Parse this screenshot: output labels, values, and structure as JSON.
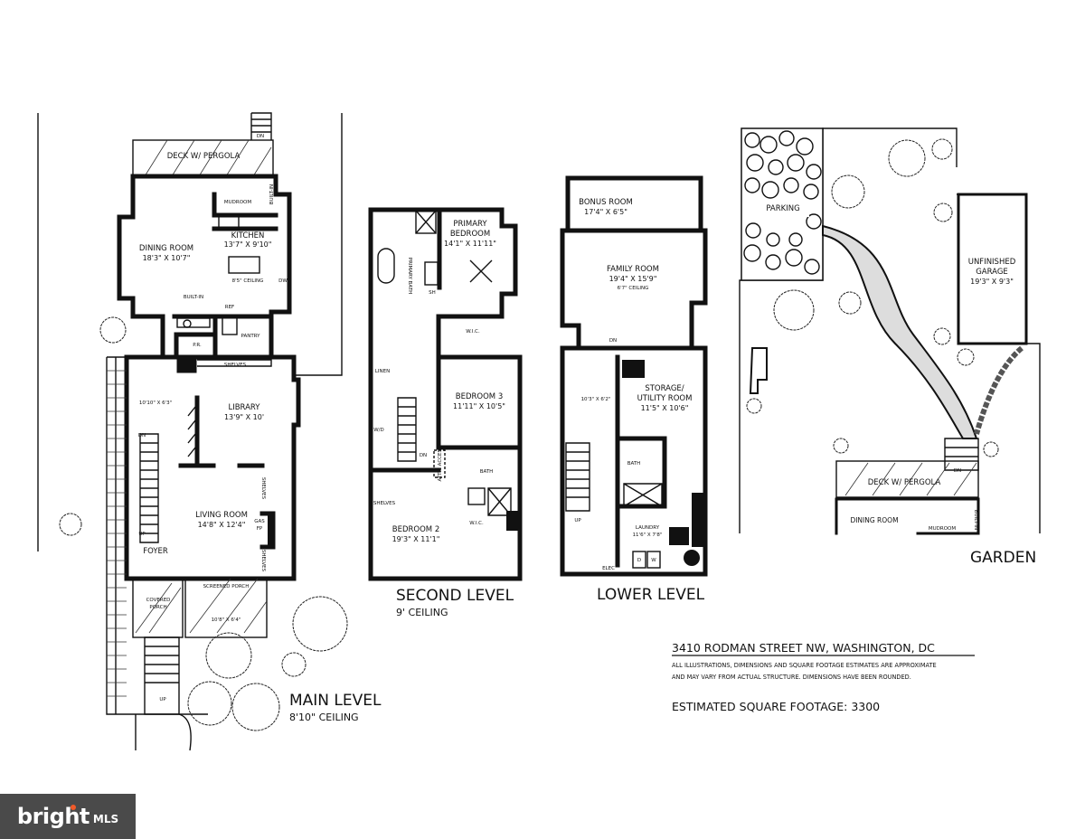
{
  "main_level": {
    "title": "MAIN LEVEL",
    "ceiling": "8'10\" CEILING",
    "rooms": {
      "deck": "DECK W/ PERGOLA",
      "mudroom": "MUDROOM",
      "built_in_top": "BUILT-IN",
      "kitchen": "KITCHEN",
      "kitchen_dim": "13'7\" X 9'10\"",
      "kitchen_ceiling": "8'5\" CEILING",
      "dw": "DW",
      "dining": "DINING ROOM",
      "dining_dim": "18'3\" X 10'7\"",
      "built_in": "BUILT-IN",
      "ref": "REF",
      "pantry": "PANTRY",
      "pr": "P.R.",
      "shelves_top": "SHELVES",
      "hall_dim": "10'10\" X 6'3\"",
      "library": "LIBRARY",
      "library_dim": "13'9\" X 10'",
      "dn": "DN",
      "up": "UP",
      "living": "LIVING ROOM",
      "living_dim": "14'8\" X 12'4\"",
      "gas": "GAS",
      "fp": "FP",
      "shelves_r1": "SHELVES",
      "shelves_r2": "SHELVES",
      "foyer": "FOYER",
      "covered_porch_1": "COVERED",
      "covered_porch_2": "PORCH",
      "screened_porch": "SCREENED PORCH",
      "screened_dim": "10'8\" X 6'4\"",
      "stair_up": "UP",
      "deck_dn": "DN"
    }
  },
  "second_level": {
    "title": "SECOND LEVEL",
    "ceiling": "9' CEILING",
    "rooms": {
      "primary_1": "PRIMARY",
      "primary_2": "BEDROOM",
      "primary_dim": "14'1\" X 11'11\"",
      "primary_bath": "PRIMARY BATH",
      "sh": "SH",
      "wic_1": "W.I.C.",
      "linen": "LINEN",
      "bedroom3": "BEDROOM 3",
      "bedroom3_dim": "11'11\" X 10'5\"",
      "wd": "W/D",
      "dn": "DN",
      "attic": "ATTIC ACCESS",
      "bath": "BATH",
      "shelves": "SHELVES",
      "wic_2": "W.I.C.",
      "bedroom2": "BEDROOM 2",
      "bedroom2_dim": "19'3\" X 11'1\""
    }
  },
  "lower_level": {
    "title": "LOWER LEVEL",
    "rooms": {
      "bonus": "BONUS ROOM",
      "bonus_dim": "17'4\" X 6'5\"",
      "family": "FAMILY ROOM",
      "family_dim": "19'4\" X 15'9\"",
      "family_ceiling": "6'7\" CEILING",
      "dn": "DN",
      "hall_dim": "10'3\" X 6'2\"",
      "storage_1": "STORAGE/",
      "storage_2": "UTILITY ROOM",
      "storage_dim": "11'5\" X 10'6\"",
      "bath": "BATH",
      "laundry": "LAUNDRY",
      "laundry_dim": "11'6\" X 7'8\"",
      "up": "UP",
      "elec": "ELEC",
      "d": "D",
      "w": "W"
    }
  },
  "garden": {
    "title": "GARDEN",
    "rooms": {
      "parking": "PARKING",
      "garage_1": "UNFINISHED",
      "garage_2": "GARAGE",
      "garage_dim": "19'3\" X 9'3\"",
      "deck": "DECK W/ PERGOLA",
      "dn": "DN",
      "dining": "DINING ROOM",
      "mudroom": "MUDROOM",
      "built_in": "BUILT-IN"
    }
  },
  "info": {
    "address": "3410 RODMAN STREET NW, WASHINGTON, DC",
    "disclaimer_1": "ALL ILLUSTRATIONS, DIMENSIONS AND SQUARE FOOTAGE ESTIMATES ARE APPROXIMATE",
    "disclaimer_2": "AND MAY VARY FROM ACTUAL STRUCTURE. DIMENSIONS HAVE BEEN ROUNDED.",
    "square_footage": "ESTIMATED SQUARE FOOTAGE: 3300"
  },
  "watermark": {
    "brand": "bright",
    "suffix": "MLS",
    "accent_color": "#f15a29",
    "background_color": "#4a4a4a"
  }
}
